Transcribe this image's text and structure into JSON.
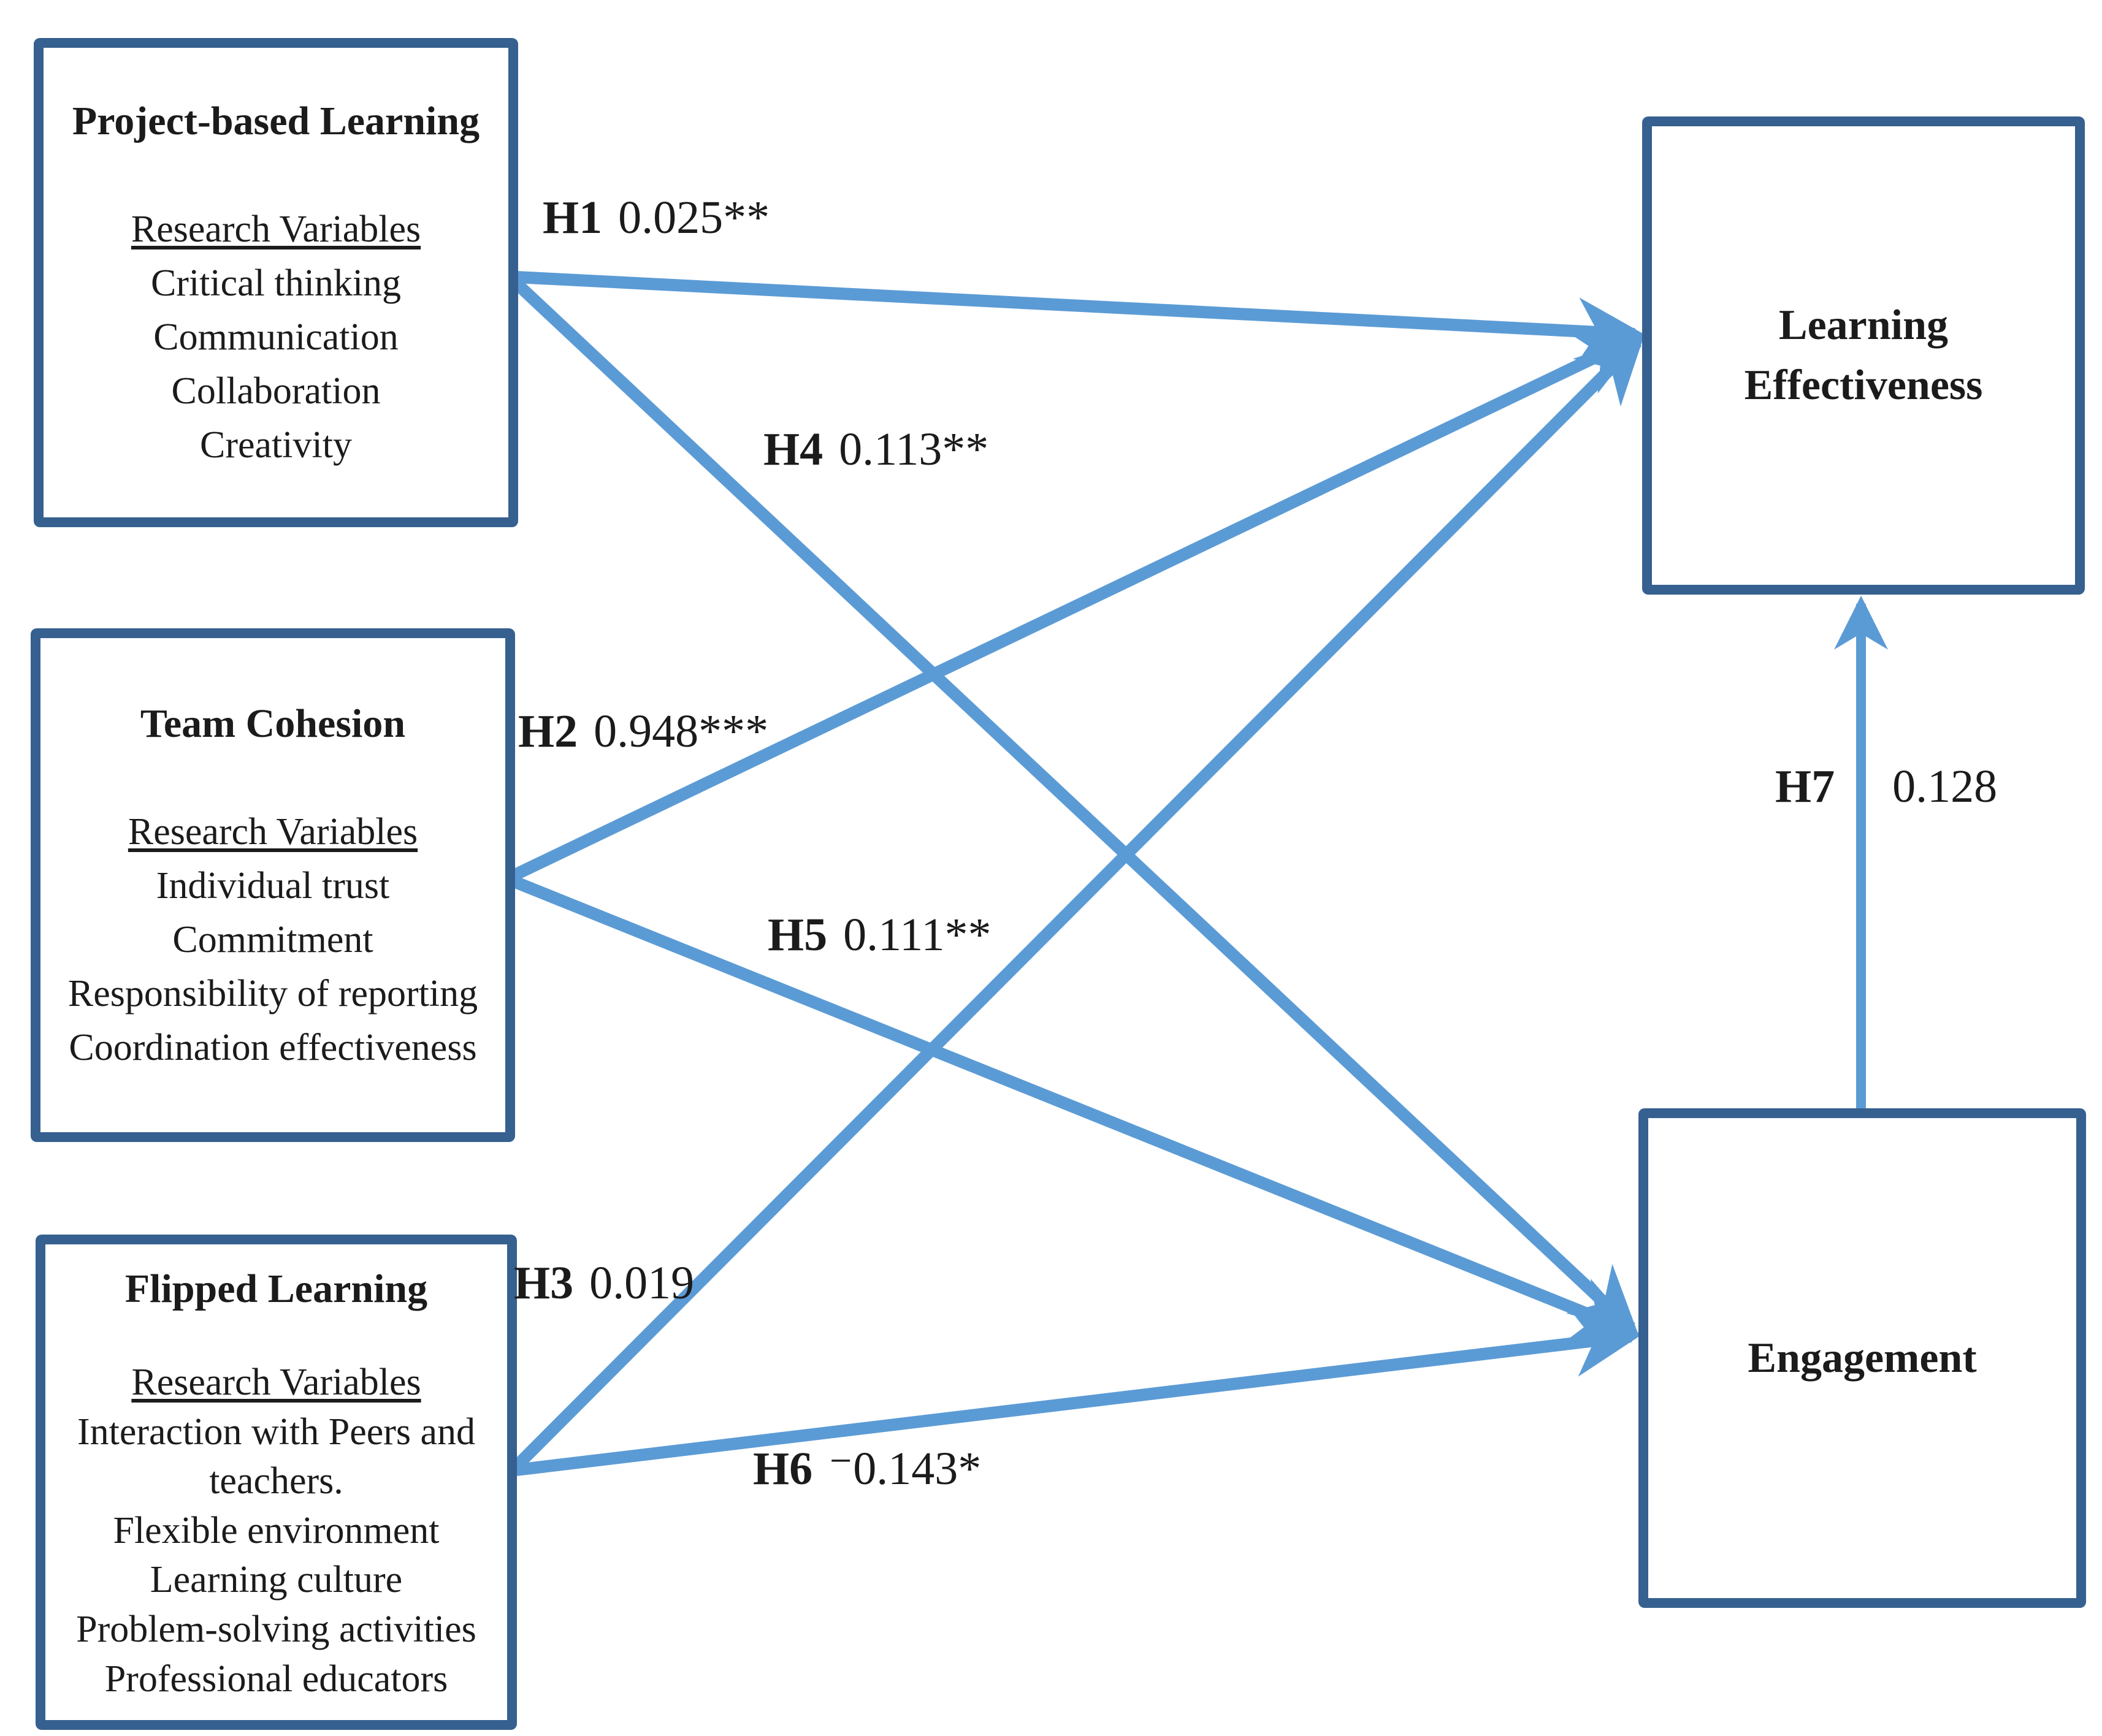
{
  "colors": {
    "box_border": "#36608F",
    "arrow": "#5B9BD5",
    "text": "#1b1b1b"
  },
  "boxes": {
    "project_based_learning": {
      "title": "Project-based Learning",
      "variables_heading": "Research Variables",
      "variables": [
        "Critical thinking",
        "Communication",
        "Collaboration",
        "Creativity"
      ]
    },
    "team_cohesion": {
      "title": "Team Cohesion",
      "variables_heading": "Research Variables",
      "variables": [
        "Individual trust",
        "Commitment",
        "Responsibility of reporting",
        "Coordination effectiveness"
      ]
    },
    "flipped_learning": {
      "title": "Flipped Learning",
      "variables_heading": "Research Variables",
      "variables": [
        "Interaction with Peers and teachers.",
        "Flexible environment",
        "Learning culture",
        "Problem-solving activities",
        "Professional educators"
      ]
    },
    "learning_effectiveness": {
      "title": "Learning Effectiveness"
    },
    "engagement": {
      "title": "Engagement"
    }
  },
  "hypotheses": {
    "h1": {
      "label": "H1",
      "value": "0.025**",
      "from": "Project-based Learning",
      "to": "Learning Effectiveness"
    },
    "h2": {
      "label": "H2",
      "value": "0.948***",
      "from": "Team Cohesion",
      "to": "Learning Effectiveness"
    },
    "h3": {
      "label": "H3",
      "value": "0.019",
      "from": "Flipped Learning",
      "to": "Learning Effectiveness"
    },
    "h4": {
      "label": "H4",
      "value": "0.113**",
      "from": "Project-based Learning",
      "to": "Engagement"
    },
    "h5": {
      "label": "H5",
      "value": "0.111**",
      "from": "Team Cohesion",
      "to": "Engagement"
    },
    "h6": {
      "label": "H6",
      "value": "⁻0.143*",
      "from": "Flipped Learning",
      "to": "Engagement"
    },
    "h7": {
      "label": "H7",
      "value": "0.128",
      "from": "Engagement",
      "to": "Learning Effectiveness"
    }
  }
}
